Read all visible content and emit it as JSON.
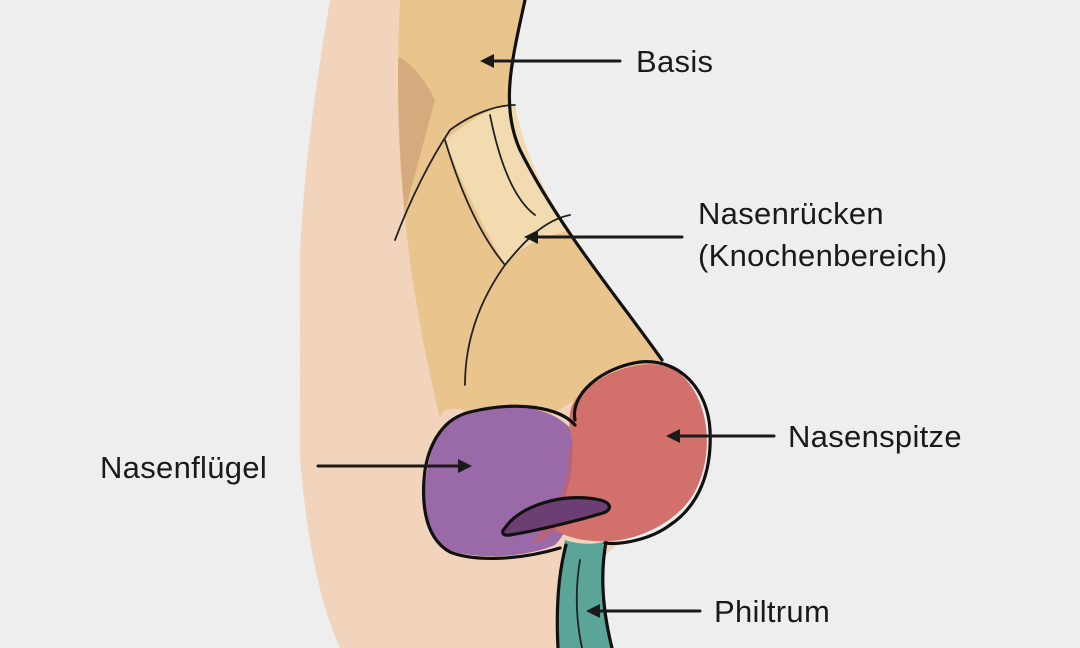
{
  "labels": {
    "basis": "Basis",
    "nasenruecken_line1": "Nasenrücken",
    "nasenruecken_line2": "(Knochenbereich)",
    "nasenspitze": "Nasenspitze",
    "nasenfluegel": "Nasenflügel",
    "philtrum": "Philtrum"
  },
  "colors": {
    "background": "#eeeeee",
    "skin": "#f2d4bd",
    "nose_base": "#e9c48d",
    "nose_shadow": "#cfa57a",
    "bridge_highlight": "#f2dbb0",
    "tip": "#d2706b",
    "wing": "#9a6aa8",
    "philtrum": "#5aa597",
    "outline": "#111111"
  }
}
